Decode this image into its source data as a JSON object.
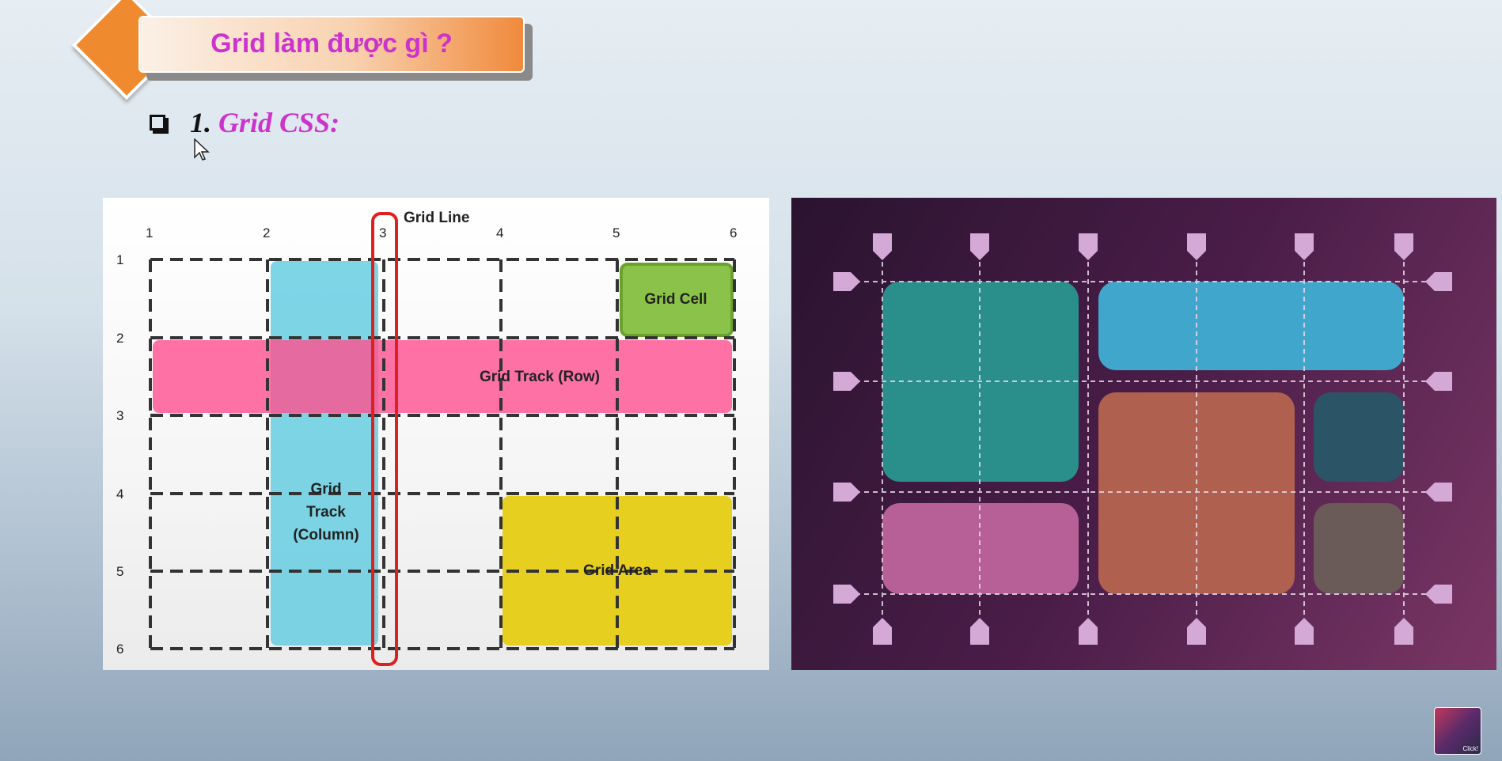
{
  "header": {
    "title": "Grid làm được gì ?"
  },
  "section": {
    "number": "1.",
    "title": "Grid CSS:"
  },
  "diagram": {
    "col_numbers": [
      "1",
      "2",
      "3",
      "4",
      "5",
      "6"
    ],
    "row_numbers": [
      "1",
      "2",
      "3",
      "4",
      "5",
      "6"
    ],
    "grid_line_label": "Grid Line",
    "grid_cell_label": "Grid Cell",
    "row_track_label": "Grid Track (Row)",
    "column_track_label": [
      "Grid",
      "Track",
      "(Column)"
    ],
    "area_label": "Grid Area"
  },
  "avatar": {
    "caption": "Click!"
  },
  "colors": {
    "title": "#cc33cc",
    "cell": "#8bc34a",
    "row_track": "#ff6fa3",
    "column_track": "#5ccbe0",
    "area": "#e6cf1f",
    "grid_line": "#e02020"
  }
}
